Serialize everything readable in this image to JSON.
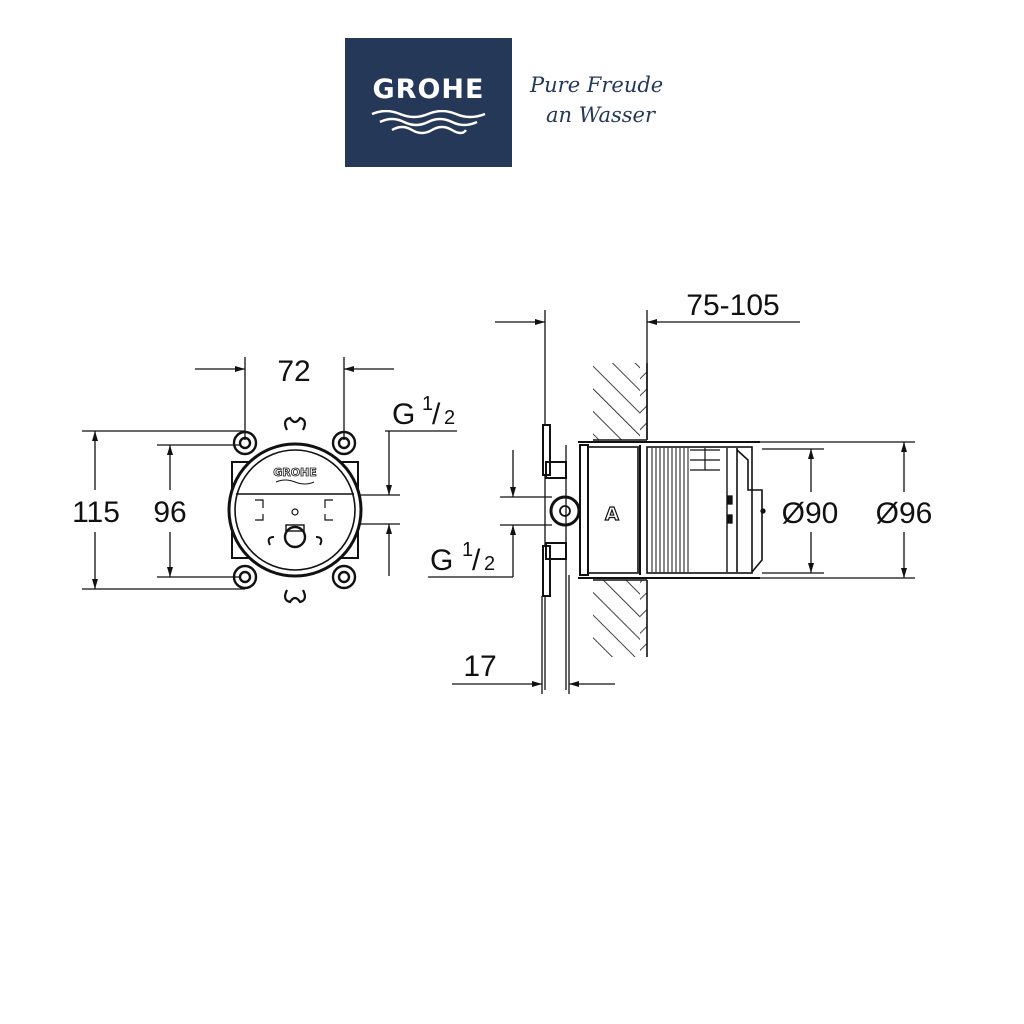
{
  "brand": {
    "name": "GROHE",
    "slogan_line1": "Pure Freude",
    "slogan_line2": "an Wasser",
    "color": "#263858"
  },
  "front_view": {
    "width_dim": "72",
    "outer_height_dim": "115",
    "inner_height_dim": "96",
    "connection_upper": {
      "letter": "G",
      "num": "1",
      "slash": "/",
      "den": "2"
    },
    "plate_logo": "GROHE"
  },
  "side_view": {
    "depth_dim": "75-105",
    "offset_dim": "17",
    "inner_diameter_dim": "Ø90",
    "outer_diameter_dim": "Ø96",
    "connection_lower": {
      "letter": "G",
      "num": "1",
      "slash": "/",
      "den": "2"
    },
    "body_label": "A"
  }
}
